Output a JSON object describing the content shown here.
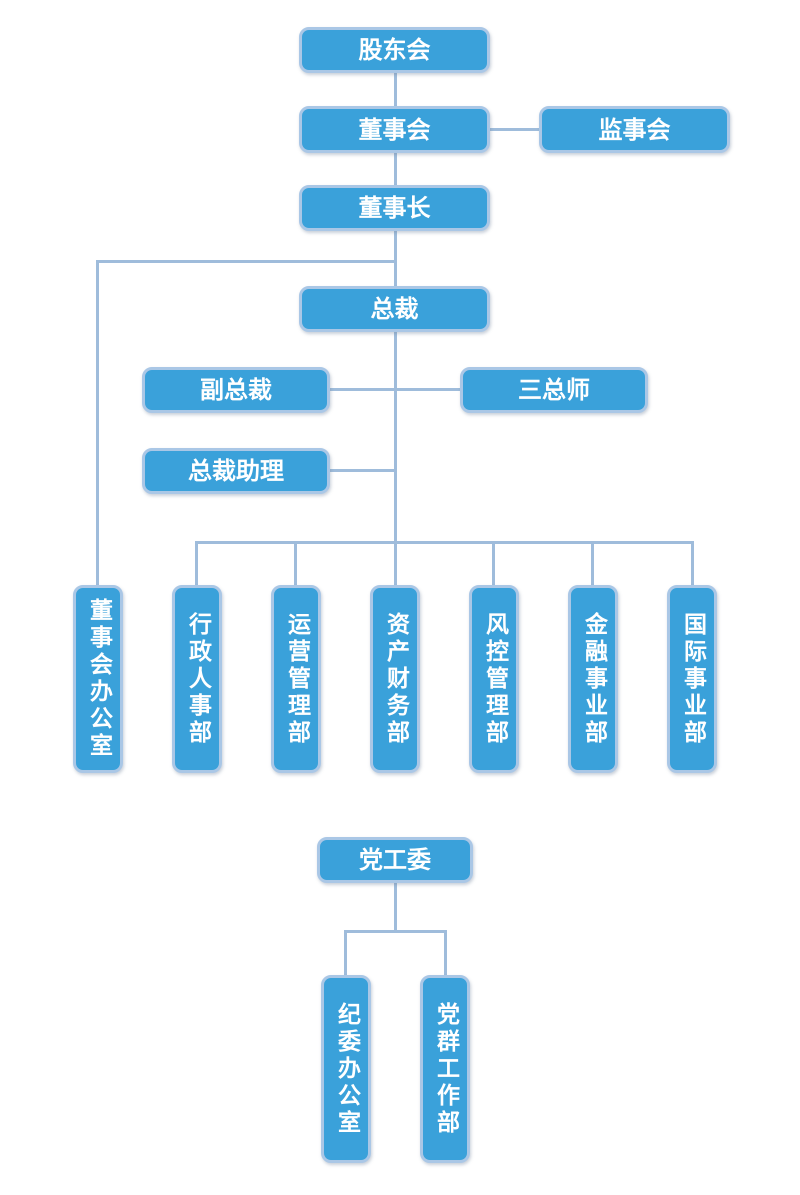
{
  "colors": {
    "box_fill": "#3aa1da",
    "box_border": "#aac7e6",
    "connector_line": "#9fbcdb",
    "box_text": "#ffffff",
    "background": "#ffffff"
  },
  "org_chart": {
    "top": {
      "shareholders": "股东会",
      "board": "董事会",
      "supervisory": "监事会",
      "chairman": "董事长",
      "president": "总裁",
      "vice_president": "副总裁",
      "three_chiefs": "三总师",
      "president_assistant": "总裁助理"
    },
    "departments": [
      "董事会办公室",
      "行政人事部",
      "运营管理部",
      "资产财务部",
      "风控管理部",
      "金融事业部",
      "国际事业部"
    ],
    "party": {
      "committee": "党工委",
      "sub": [
        "纪委办公室",
        "党群工作部"
      ]
    }
  }
}
